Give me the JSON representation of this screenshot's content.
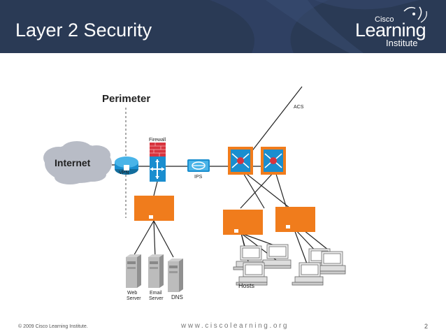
{
  "slide": {
    "title": "Layer 2 Security",
    "logo_small": "Cisco",
    "logo_big": "Learning",
    "logo_sub": "Institute",
    "footer_copyright": "© 2009 Cisco Learning Institute.",
    "footer_url": "www.ciscolearning.org",
    "page_number": "2"
  },
  "diagram": {
    "perimeter_label": "Perimeter",
    "internet_label": "Internet",
    "vpn_label": "VPN",
    "firewall_label": "Firewall",
    "ips_label": "IPS",
    "acs_label": "ACS",
    "hosts_label": "Hosts",
    "web_server_label_1": "Web",
    "web_server_label_2": "Server",
    "email_server_label_1": "Email",
    "email_server_label_2": "Server",
    "dns_label": "DNS"
  },
  "colors": {
    "header_bg": "#2a3a55",
    "switch_orange": "#f07c1c",
    "device_blue": "#1a8ecf",
    "firewall_red": "#d8343e",
    "cloud_gray": "#b8bcc6"
  }
}
